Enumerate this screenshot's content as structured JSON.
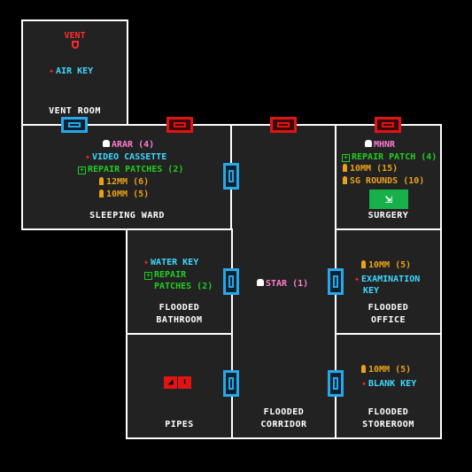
{
  "rooms": {
    "vent_room": {
      "name": "VENT ROOM",
      "vent_label": "VENT",
      "items": [
        {
          "text": "AIR KEY",
          "kind": "key",
          "color": "#3fd8ff"
        }
      ]
    },
    "sleeping_ward": {
      "name": "SLEEPING WARD",
      "items": [
        {
          "text": "ARAR (4)",
          "kind": "enemy"
        },
        {
          "text": "VIDEO CASSETTE",
          "kind": "key"
        },
        {
          "text": "REPAIR PATCHES (2)",
          "kind": "patch"
        },
        {
          "text": "12MM (6)",
          "kind": "ammo"
        },
        {
          "text": "10MM (5)",
          "kind": "ammo"
        }
      ]
    },
    "surgery": {
      "name": "SURGERY",
      "items": [
        {
          "text": "MHNR",
          "kind": "enemy"
        },
        {
          "text": "REPAIR PATCH (4)",
          "kind": "patch"
        },
        {
          "text": "10MM (15)",
          "kind": "ammo"
        },
        {
          "text": "SG ROUNDS (10)",
          "kind": "ammo"
        }
      ],
      "icon": "exit-sign-icon"
    },
    "flooded_bathroom": {
      "name_line1": "FLOODED",
      "name_line2": "BATHROOM",
      "items": [
        {
          "text": "WATER KEY",
          "kind": "key"
        },
        {
          "text": "REPAIR",
          "kind": "patch"
        },
        {
          "text": "PATCHES (2)",
          "kind": "patch-cont"
        }
      ]
    },
    "flooded_corridor": {
      "name_line1": "FLOODED",
      "name_line2": "CORRIDOR",
      "items": [
        {
          "text": "STAR (1)",
          "kind": "enemy"
        }
      ]
    },
    "flooded_office": {
      "name_line1": "FLOODED",
      "name_line2": "OFFICE",
      "items": [
        {
          "text": "10MM (5)",
          "kind": "ammo"
        },
        {
          "text": "EXAMINATION",
          "kind": "key"
        },
        {
          "text": "KEY",
          "kind": "key-cont"
        }
      ]
    },
    "pipes": {
      "name": "PIPES",
      "icon": "pipes-icon"
    },
    "flooded_storeroom": {
      "name_line1": "FLOODED",
      "name_line2": "STOREROOM",
      "items": [
        {
          "text": "10MM (5)",
          "kind": "ammo"
        },
        {
          "text": "BLANK KEY",
          "kind": "key"
        }
      ]
    }
  },
  "colors": {
    "key": "#3fd8ff",
    "patch": "#22cc22",
    "ammo": "#e8a21a",
    "enemy": "#ff7ad0",
    "vent": "#ff2a2a",
    "locked_door": "#e01414",
    "open_door": "#28a8e8"
  }
}
